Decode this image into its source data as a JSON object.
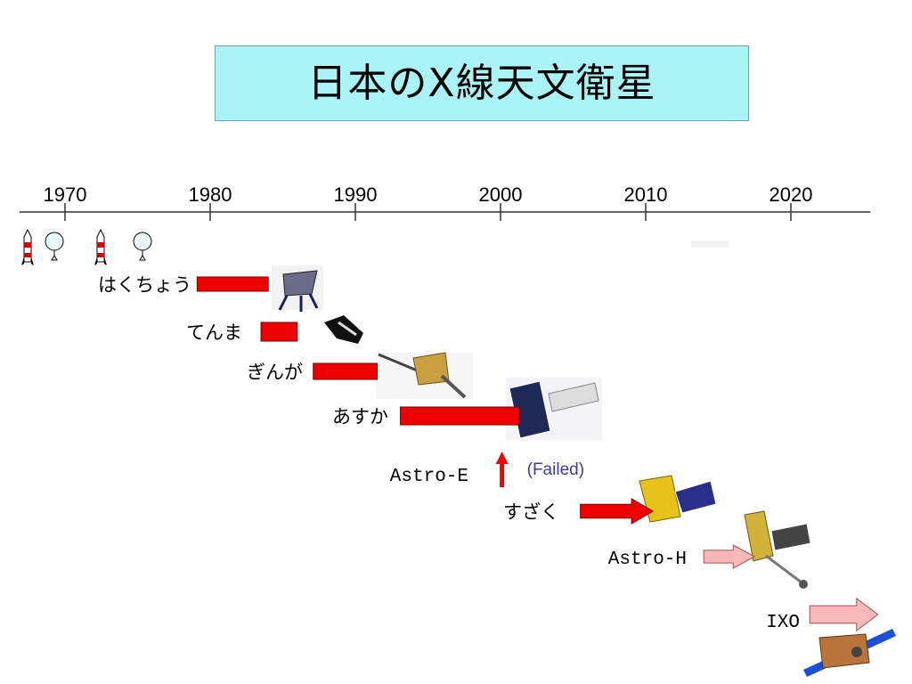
{
  "title": "日本のX線天文衛星",
  "colors": {
    "title_background": "#aaf4f7",
    "past_bar": "#ee0000",
    "future_bar": "#f9b8b8",
    "failed_text": "#3b3b9e"
  },
  "chart_data": {
    "type": "bar",
    "orientation": "horizontal-timeline",
    "x_axis_ticks": [
      1970,
      1980,
      1990,
      2000,
      2010,
      2020
    ],
    "xlim": [
      1967,
      2026
    ],
    "early_launches": [
      "rocket-icon",
      "balloon-icon",
      "rocket-icon",
      "balloon-icon"
    ],
    "missions": [
      {
        "name": "はくちょう",
        "start": 1979.1,
        "end": 1984.0,
        "status": "past",
        "mark": "bar",
        "image": "hakucho-satellite-image"
      },
      {
        "name": "てんま",
        "start": 1983.5,
        "end": 1986.0,
        "status": "past",
        "mark": "bar",
        "image": "tenma-satellite-image"
      },
      {
        "name": "ぎんが",
        "start": 1987.1,
        "end": 1991.5,
        "status": "past",
        "mark": "bar",
        "image": "ginga-satellite-image"
      },
      {
        "name": "あすか",
        "start": 1993.1,
        "end": 2001.3,
        "status": "past",
        "mark": "bar",
        "image": "asuka-satellite-image"
      },
      {
        "name": "Astro-E",
        "start": 2000.1,
        "end": 2000.1,
        "status": "failed",
        "mark": "up-arrow",
        "note": "(Failed)"
      },
      {
        "name": "すざく",
        "start": 2005.5,
        "end": 2010.5,
        "status": "past",
        "mark": "arrow",
        "image": "suzaku-satellite-image"
      },
      {
        "name": "Astro-H",
        "start": 2014.0,
        "end": 2017.5,
        "status": "future",
        "mark": "arrow",
        "image": "astro-h-satellite-image"
      },
      {
        "name": "IXO",
        "start": 2021.3,
        "end": 2026.0,
        "status": "future",
        "mark": "arrow",
        "image": "ixo-satellite-image"
      }
    ]
  }
}
